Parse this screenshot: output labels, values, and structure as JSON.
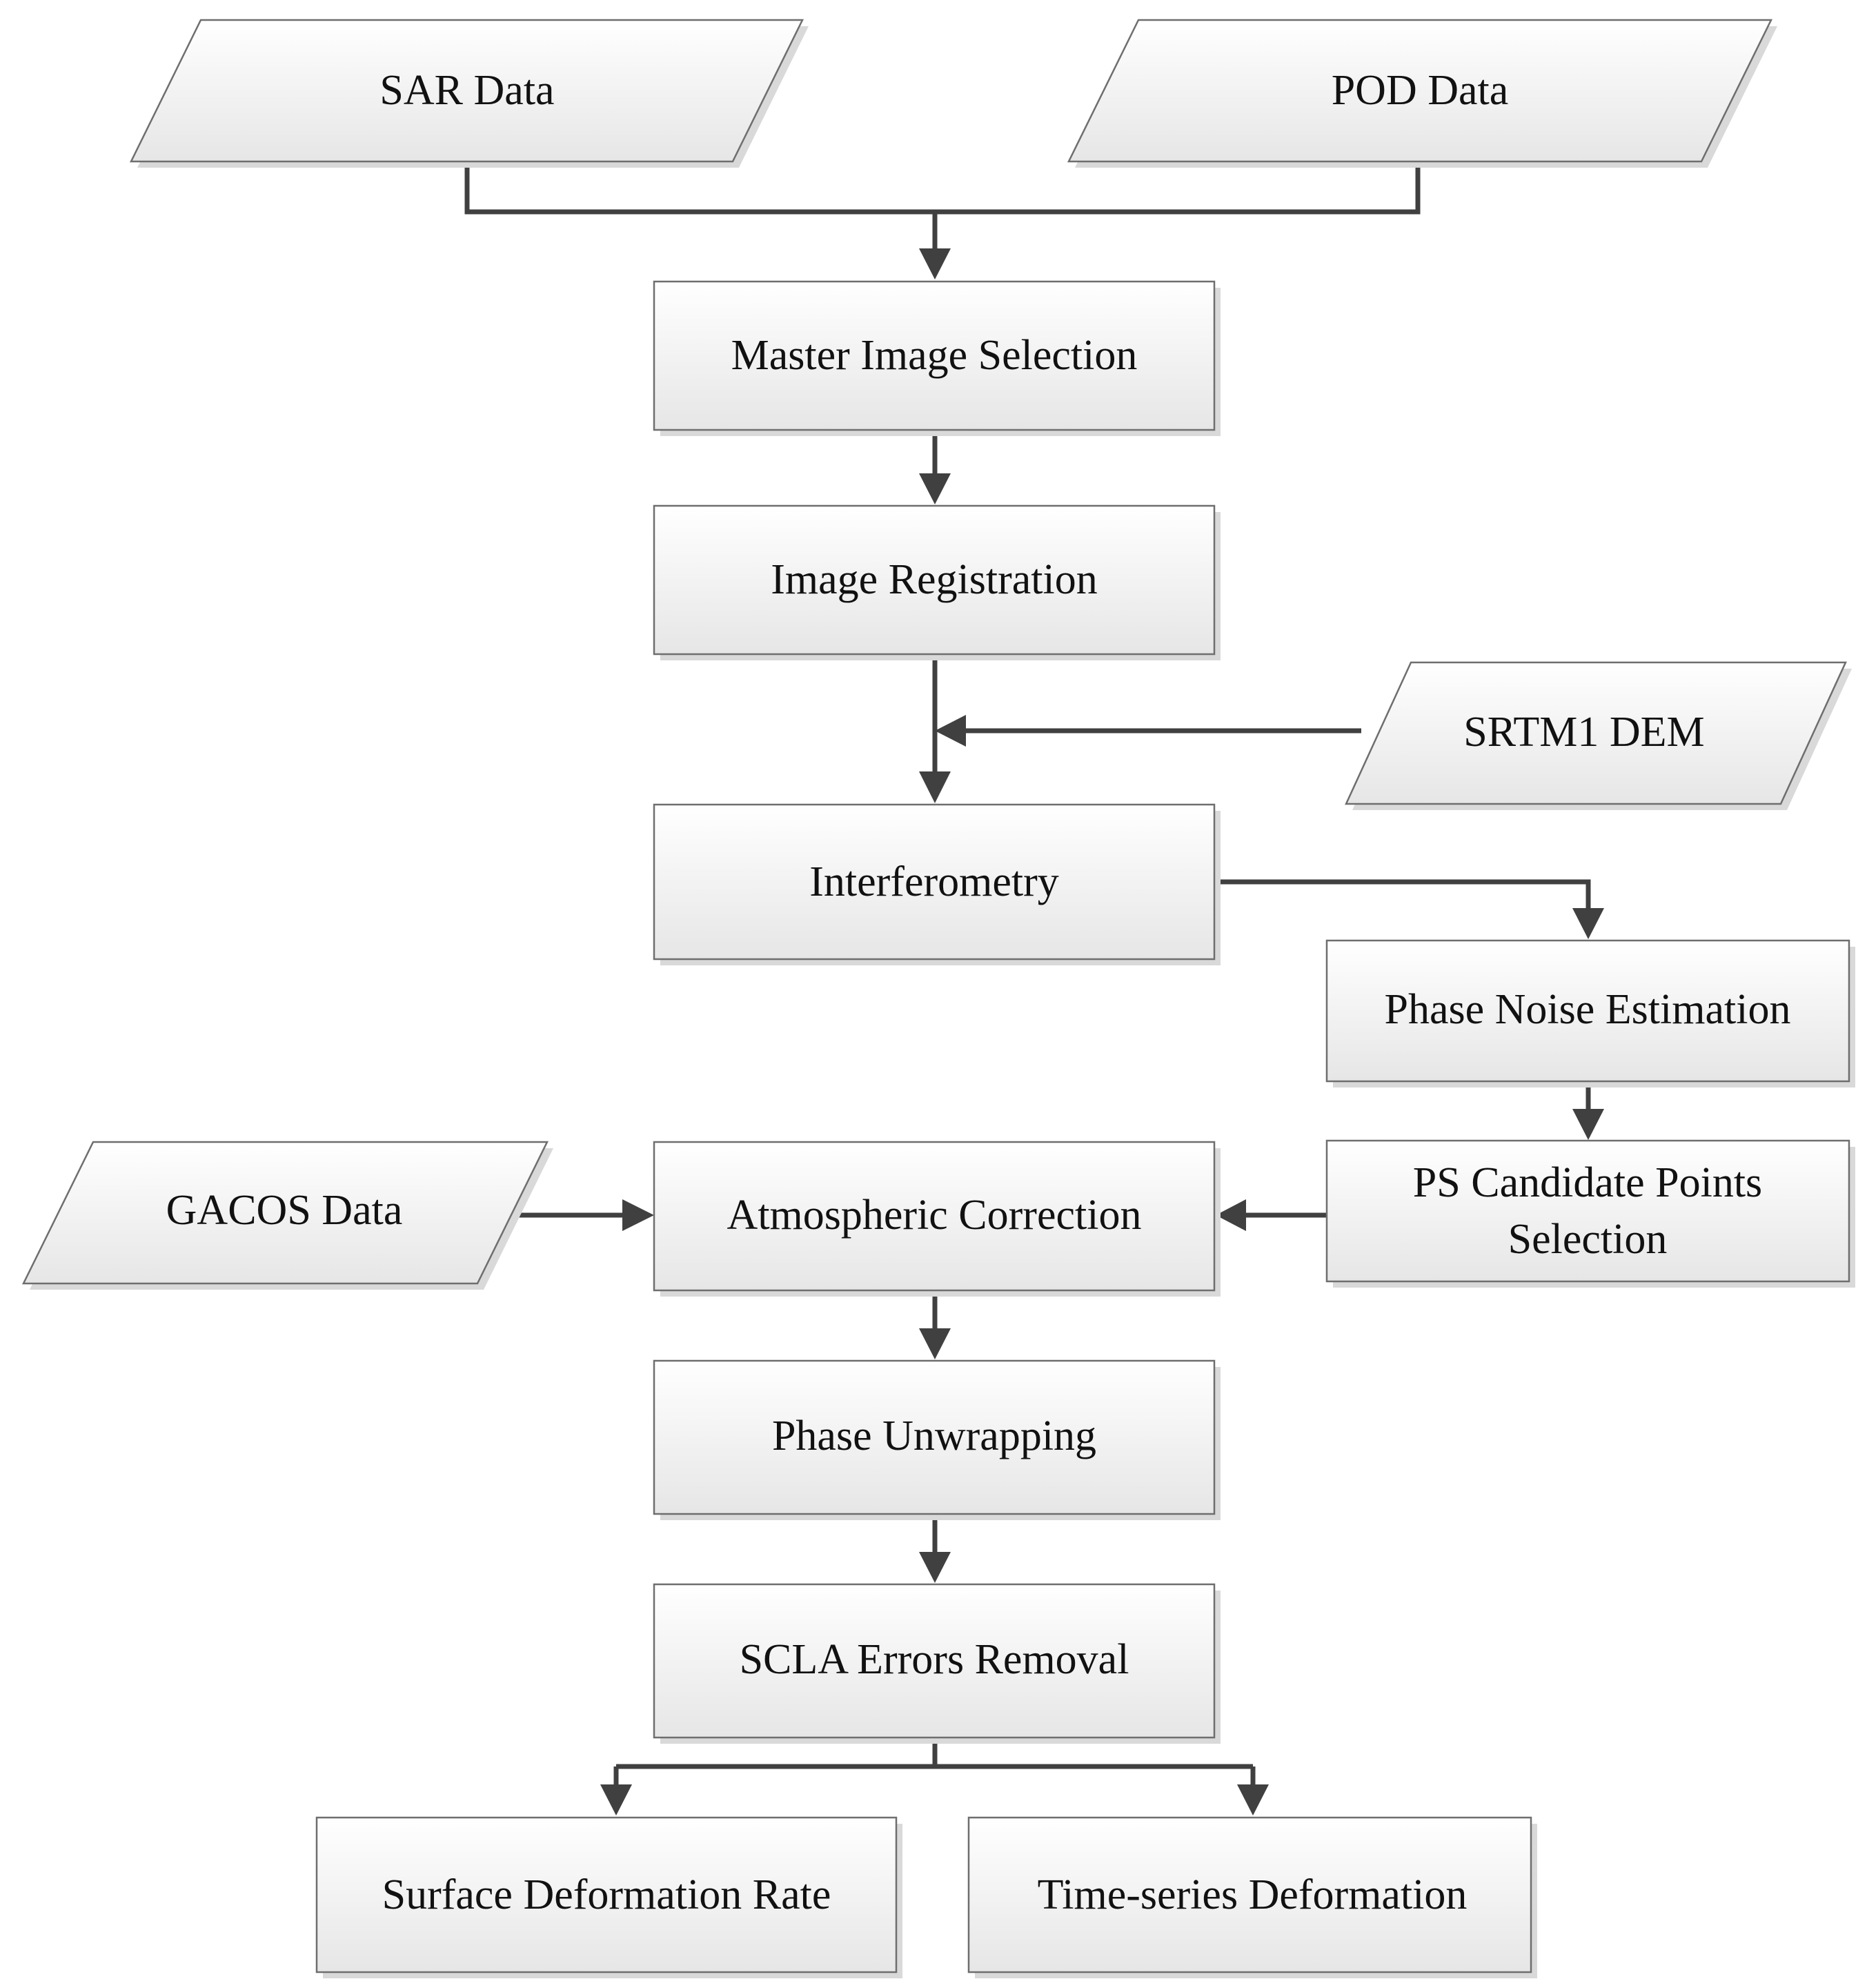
{
  "diagram": {
    "type": "flowchart",
    "nodes": {
      "sar_data": "SAR Data",
      "pod_data": "POD Data",
      "master_image_selection": "Master Image Selection",
      "image_registration": "Image Registration",
      "srtm1_dem": "SRTM1 DEM",
      "interferometry": "Interferometry",
      "phase_noise_estimation": "Phase Noise Estimation",
      "ps_candidate_points_selection": [
        "PS Candidate Points",
        "Selection"
      ],
      "gacos_data": "GACOS Data",
      "atmospheric_correction": "Atmospheric Correction",
      "phase_unwrapping": "Phase Unwrapping",
      "scla_errors_removal": "SCLA Errors Removal",
      "surface_deformation_rate": "Surface Deformation Rate",
      "time_series_deformation": "Time-series Deformation"
    },
    "node_shapes": {
      "data_input": "parallelogram",
      "process": "rectangle"
    },
    "edges": [
      {
        "from": "sar_data",
        "to": "master_image_selection"
      },
      {
        "from": "pod_data",
        "to": "master_image_selection"
      },
      {
        "from": "master_image_selection",
        "to": "image_registration"
      },
      {
        "from": "image_registration",
        "to": "interferometry"
      },
      {
        "from": "srtm1_dem",
        "to": "interferometry"
      },
      {
        "from": "interferometry",
        "to": "phase_noise_estimation"
      },
      {
        "from": "phase_noise_estimation",
        "to": "ps_candidate_points_selection"
      },
      {
        "from": "ps_candidate_points_selection",
        "to": "atmospheric_correction"
      },
      {
        "from": "gacos_data",
        "to": "atmospheric_correction"
      },
      {
        "from": "atmospheric_correction",
        "to": "phase_unwrapping"
      },
      {
        "from": "phase_unwrapping",
        "to": "scla_errors_removal"
      },
      {
        "from": "scla_errors_removal",
        "to": "surface_deformation_rate"
      },
      {
        "from": "scla_errors_removal",
        "to": "time_series_deformation"
      }
    ],
    "colors": {
      "box_fill_top": "#ffffff",
      "box_fill_bottom": "#e8e8e8",
      "border": "#6e6e6e",
      "arrow": "#404040",
      "text": "#111111"
    }
  }
}
